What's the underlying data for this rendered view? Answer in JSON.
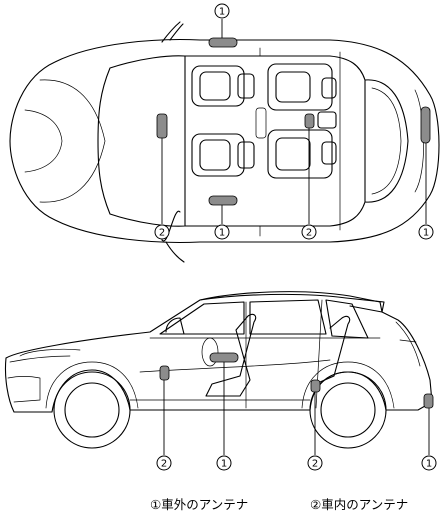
{
  "callouts": {
    "exterior": "1",
    "interior": "2"
  },
  "legend": {
    "exterior_marker": "①",
    "exterior_label": "車外のアンテナ",
    "interior_marker": "②",
    "interior_label": "車内のアンテナ"
  },
  "colors": {
    "antenna_fill": "#8c8c8c",
    "line": "#000000",
    "background": "#ffffff"
  }
}
